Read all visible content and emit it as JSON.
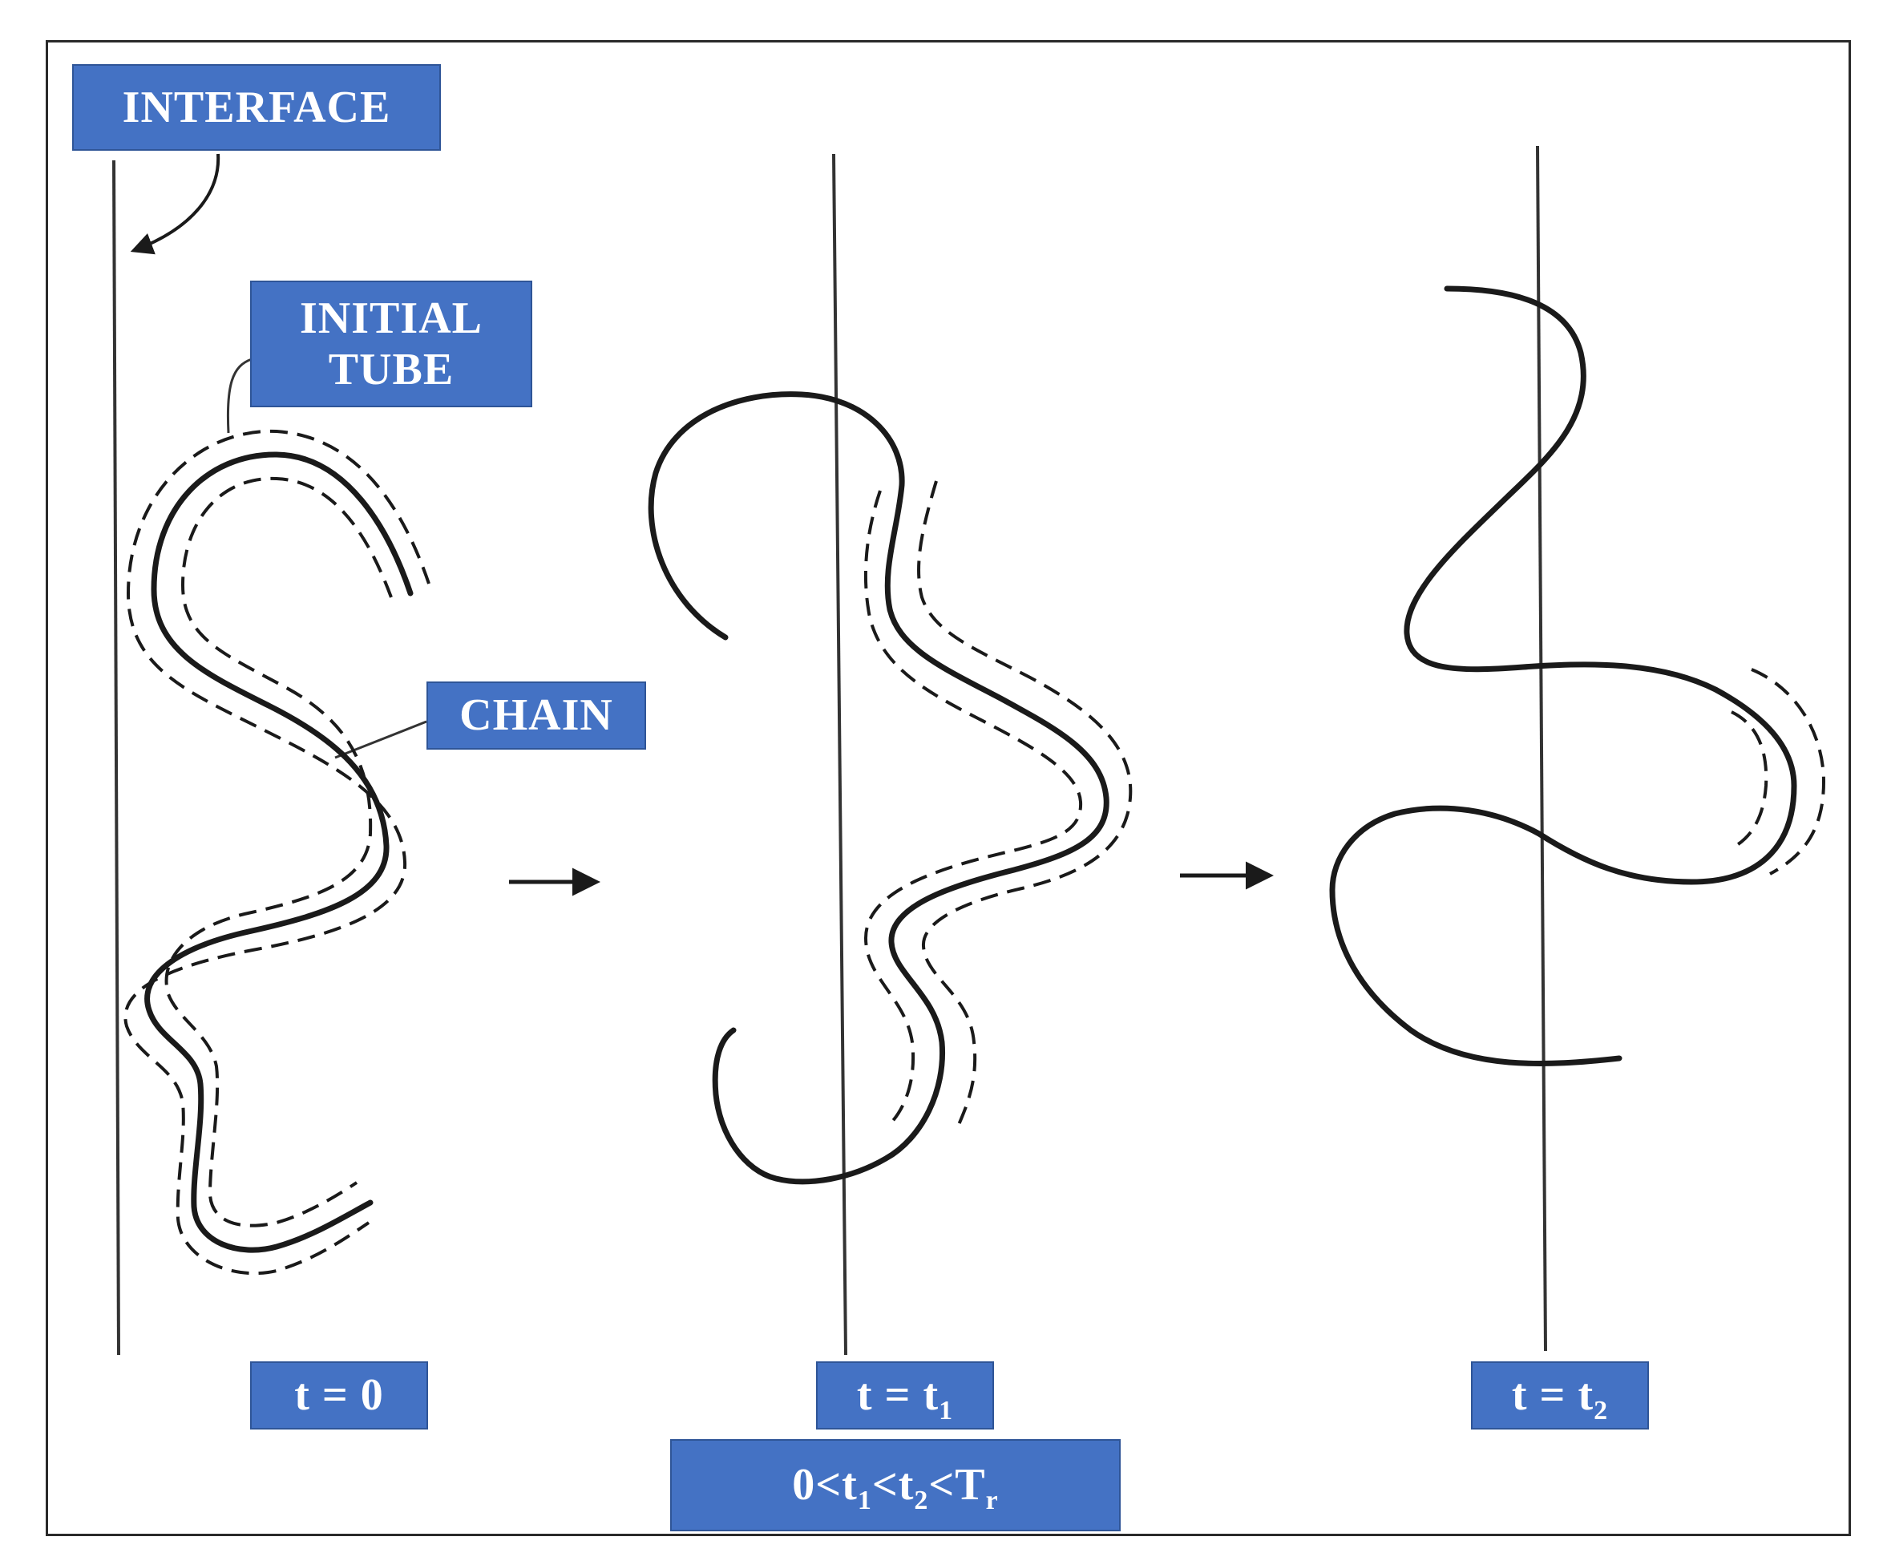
{
  "labels": {
    "interface": "INTERFACE",
    "initial_tube_line1": "INITIAL",
    "initial_tube_line2": "TUBE",
    "chain": "CHAIN",
    "time0": "t = 0",
    "time1": {
      "main": "t = t",
      "sub": "1"
    },
    "time2": {
      "main": "t = t",
      "sub": "2"
    },
    "condition": {
      "p1": "0<t",
      "s1": "1",
      "p2": "<t",
      "s2": "2",
      "p3": "<T",
      "s3": "r"
    }
  },
  "colors": {
    "label_fill": "#4472c4",
    "label_border": "#2f5597",
    "label_text": "#ffffff",
    "ink": "#1a1a1a",
    "frame": "#2a2a2a",
    "background": "#ffffff"
  },
  "icons": [
    "arrow-right-icon",
    "arrow-right-icon"
  ]
}
